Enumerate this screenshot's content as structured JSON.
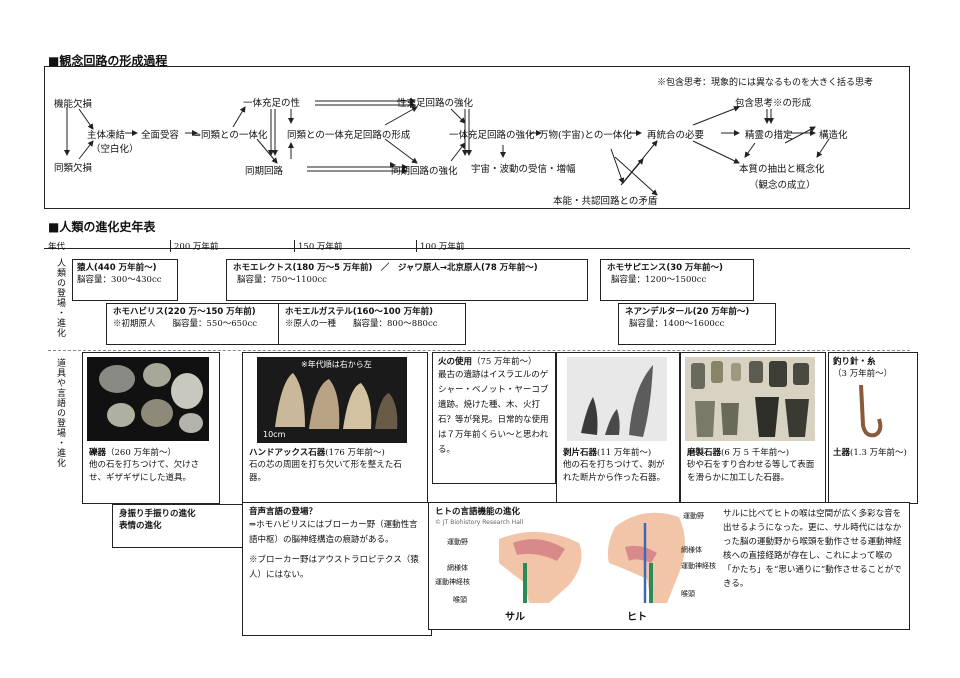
{
  "section1": {
    "title": "■観念回路の形成過程",
    "note": "※包含思考：現象的には異なるものを大きく括る思考",
    "nodes": {
      "kinou": "機能欠損",
      "doukiketsu": "同類欠損",
      "shutai": "主体凍結",
      "kuhaku": "（空白化）",
      "zenmen": "全面受容",
      "ittaika1": "⇒同類との一体化",
      "ittai_sei": "一体充足の性",
      "seijuu": "性充足回路の強化",
      "doukai_ittai": "同類との一体充足回路の形成",
      "douki_kairo": "同期回路",
      "douki_kyouka": "同期回路の強化",
      "ittai_kyouka": "一体充足回路の強化",
      "uchu": "宇宙・波動の受信・増幅",
      "banbutsu": "万物(宇宙)との一体化",
      "honnou": "本能・共認回路との矛盾",
      "saitougou": "再統合の必要",
      "seirei": "精霊の措定",
      "kouzou": "構造化",
      "hougan": "包含思考※の形成",
      "honshitsu": "本質の抽出と概念化",
      "kannen": "（観念の成立）"
    }
  },
  "section2": {
    "title": "■人類の進化史年表",
    "timeline": {
      "label": "年代",
      "ticks": [
        "200 万年前",
        "150 万年前",
        "100 万年前"
      ]
    },
    "side_label_1": "人類の登場・進化",
    "side_label_2": "道具や言語の登場・進化",
    "species": [
      {
        "name": "猿人(440 万年前～)",
        "detail": "脳容量：300～430cc"
      },
      {
        "name": "ホモエレクトス(180 万～5 万年前)　／　ジャワ原人→北京原人(78 万年前～)",
        "detail": "脳容量：750～1100cc"
      },
      {
        "name": "ホモサピエンス(30 万年前～)",
        "detail": "脳容量：1200～1500cc"
      },
      {
        "name": "ホモハビリス(220 万～150 万年前)",
        "detail": "※初期原人　　脳容量：550～650cc"
      },
      {
        "name": "ホモエルガステル(160～100 万年前)",
        "detail": "※原人の一種　　脳容量：800～880cc"
      },
      {
        "name": "ネアンデルタール(20 万年前～)",
        "detail": "脳容量：1400～1600cc"
      }
    ],
    "tools": {
      "reki": {
        "title": "礫器",
        "period": "（260 万年前～）",
        "desc": "他の石を打ちつけて、欠けさせ、ギザギザにした道具。"
      },
      "hand": {
        "note": "※年代順は右から左",
        "scale": "10cm",
        "title": "ハンドアックス石器",
        "period": "(176 万年前～)",
        "desc": "石の芯の周囲を打ち欠いて形を整えた石器。"
      },
      "fire": {
        "title": "火の使用",
        "period": "（75 万年前～）",
        "desc": "最古の遺跡はイスラエルのゲシャー・ベノット・ヤーコブ遺跡。焼けた種、木、火打石？等が発見。日常的な使用は７万年前くらい～と思われる。"
      },
      "hakuhen": {
        "title": "剥片石器",
        "period": "(11 万年前～)",
        "desc": "他の石を打ちつけて、剥がれた断片から作った石器。"
      },
      "masei": {
        "title": "磨製石器",
        "period": "(6 万 5 千年前～)",
        "desc": "砂や石をすり合わせる等して表面を滑らかに加工した石器。"
      },
      "tsuribari": {
        "title": "釣り針・糸",
        "period": "（3 万年前～）",
        "doki": "土器",
        "doki_period": "(1.3 万年前～)"
      }
    },
    "gesture": {
      "line1": "身振り手振りの進化",
      "line2": "表情の進化"
    },
    "voice": {
      "title": "音声言語の登場？",
      "p1": "⇒ホモハビリスにはブローカー野（運動性言語中枢）の脳神経構造の痕跡がある。",
      "p2": "※ブローカー野はアウストラロピテクス（猿人）にはない。"
    },
    "lang": {
      "title": "ヒトの言語機能の進化",
      "credit": "© JT Biohistory Research Hall",
      "saru": "サル",
      "hito": "ヒト",
      "labels_saru": [
        "運動野",
        "網様体",
        "運動神経核",
        "喉頭"
      ],
      "labels_hito": [
        "運動野",
        "網様体",
        "運動神経核",
        "喉頭"
      ],
      "desc": "サルに比べてヒトの喉は空間が広く多彩な音を出せるようになった。更に、サル時代にはなかった脳の運動野から喉頭を動作させる運動神経核への直接経路が存在し、これによって喉の「かたち」を“思い通りに”動作させることができる。"
    }
  }
}
